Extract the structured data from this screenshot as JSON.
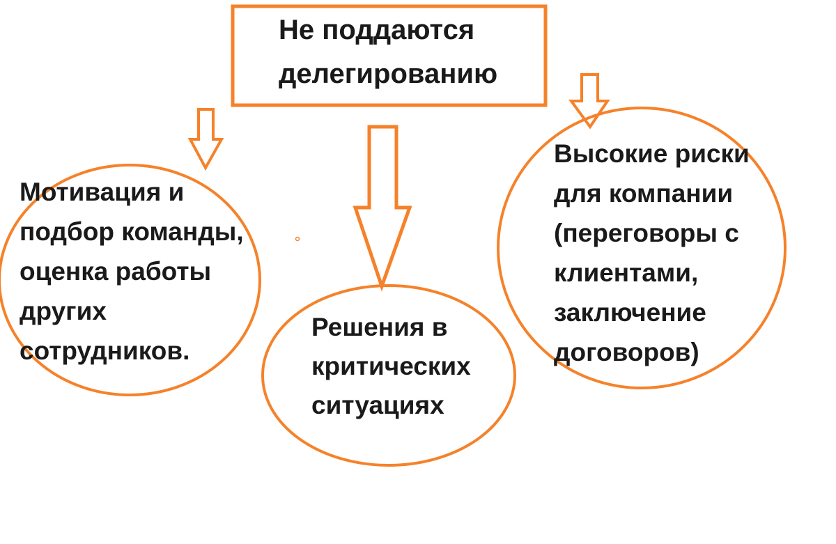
{
  "colors": {
    "accent": "#F5822A",
    "text": "#1a1a1a",
    "background": "#ffffff"
  },
  "title_box": {
    "lines": [
      "Не поддаются",
      "делегированию"
    ]
  },
  "nodes": [
    {
      "id": "left",
      "lines": [
        "Мотивация и",
        "подбор команды,",
        "оценка работы",
        "других",
        "сотрудников."
      ]
    },
    {
      "id": "center",
      "lines": [
        "Решения в",
        "критических",
        "ситуациях"
      ]
    },
    {
      "id": "right",
      "lines": [
        "Высокие риски",
        "для компании",
        "(переговоры с",
        "клиентами,",
        "заключение",
        "договоров)"
      ]
    }
  ]
}
